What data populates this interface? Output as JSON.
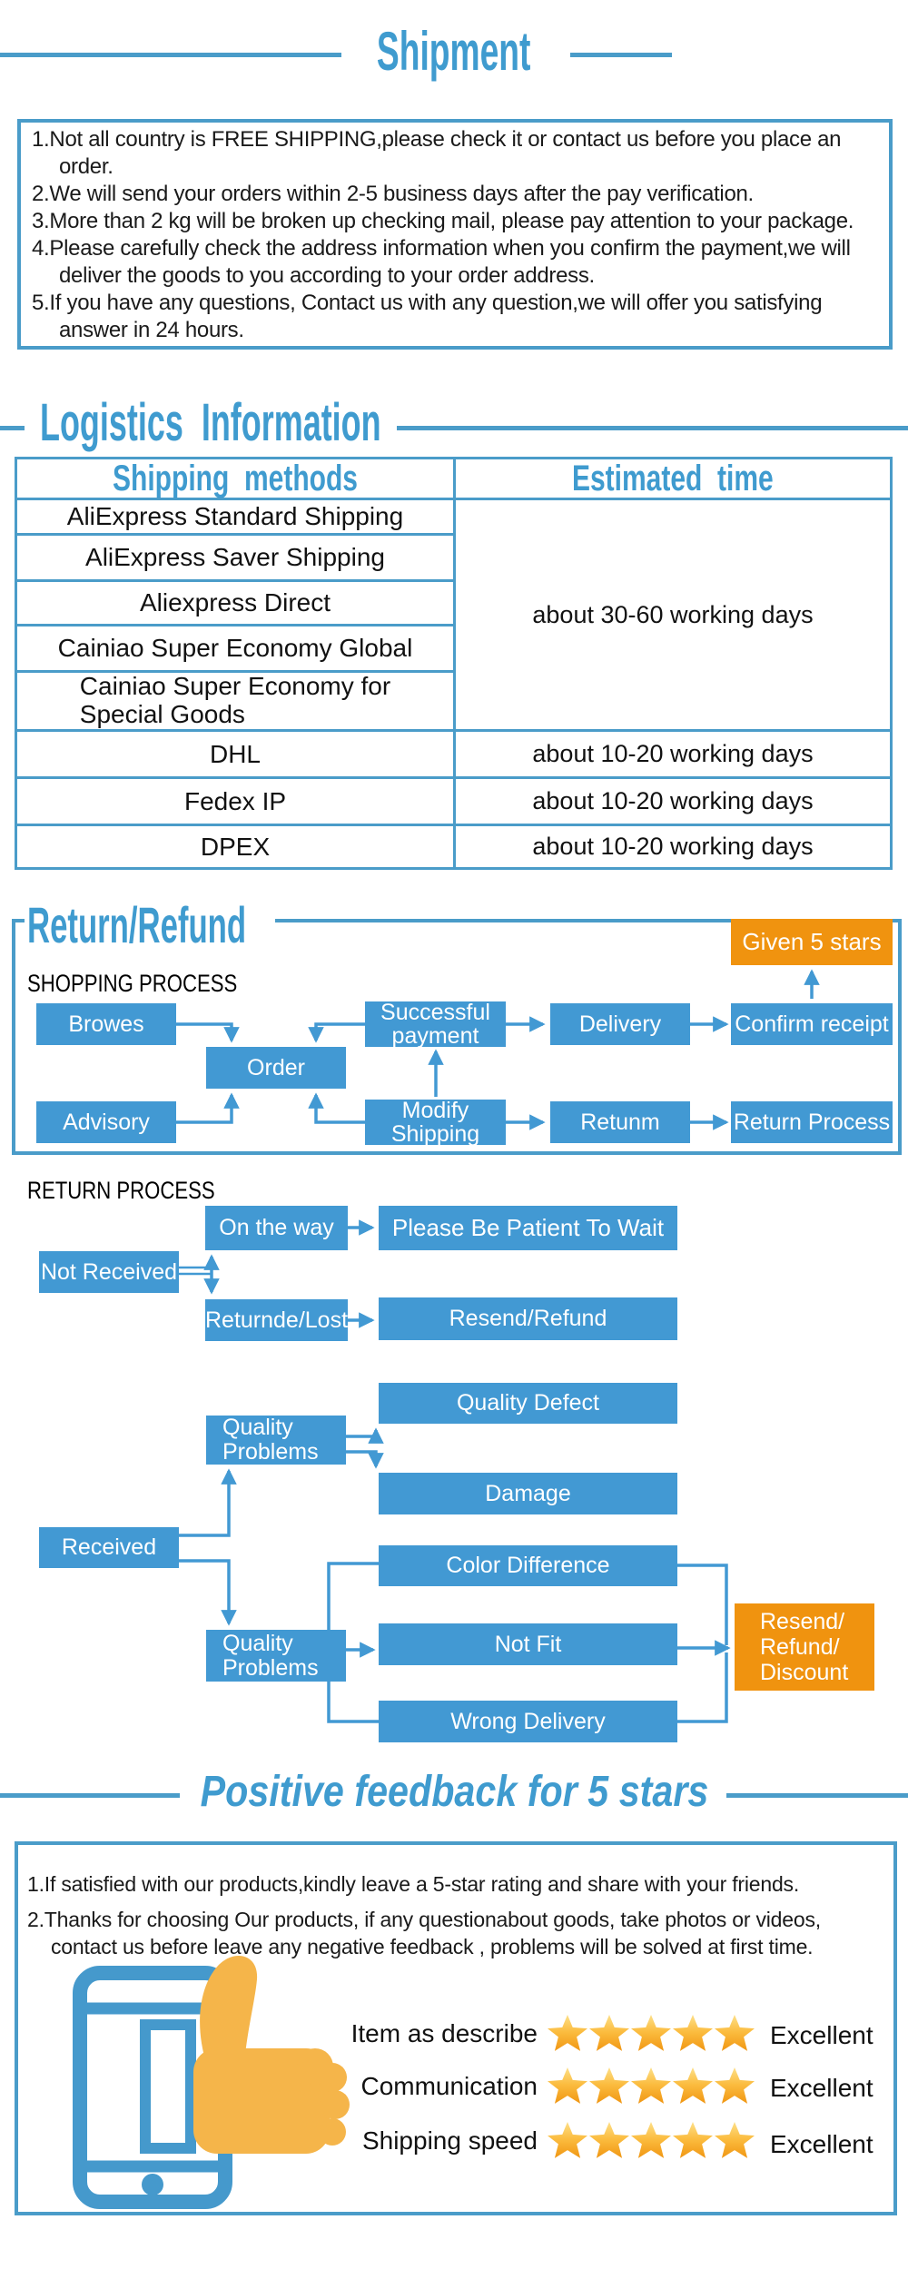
{
  "colors": {
    "accent_blue": "#3f9bcf",
    "border_blue": "#4a9cc9",
    "flow_blue": "#4299d3",
    "orange": "#f0930f",
    "star_gold": "#f5a623",
    "hand_orange": "#f5b54a"
  },
  "shipment": {
    "title": "Shipment",
    "notes": [
      "1.Not all country is FREE SHIPPING,please check it or contact us before you place an\norder.",
      "2.We will send your orders within 2-5 business days after the pay verification.",
      "3.More than 2 kg will be broken up checking mail, please pay attention to your package.",
      "4.Please carefully check the address information when you confirm the payment,we will\ndeliver the goods to you according to your order address.",
      "5.If you have any questions, Contact us with any question,we will offer you satisfying\nanswer in 24 hours."
    ]
  },
  "logistics": {
    "title": "Logistics  Information",
    "col1_header": "Shipping  methods",
    "col2_header": "Estimated  time",
    "group_methods": [
      "AliExpress Standard Shipping",
      "AliExpress Saver Shipping",
      "Aliexpress Direct",
      "Cainiao Super Economy Global",
      "Cainiao Super Economy for\nSpecial Goods"
    ],
    "group_time": "about 30-60 working days",
    "express_rows": [
      {
        "method": "DHL",
        "time": "about 10-20 working days"
      },
      {
        "method": "Fedex IP",
        "time": "about 10-20 working days"
      },
      {
        "method": "DPEX",
        "time": "about 10-20 working days"
      }
    ]
  },
  "return_refund": {
    "title": "Return/Refund",
    "shopping_label": "SHOPPING PROCESS",
    "return_label": "RETURN PROCESS",
    "nodes": {
      "browes": "Browes",
      "order": "Order",
      "advisory": "Advisory",
      "successful_payment": "Successful payment",
      "modify_shipping": "Modify Shipping",
      "delivery": "Delivery",
      "retunm": "Retunm",
      "confirm_receipt": "Confirm receipt",
      "return_process": "Return Process",
      "given_5_stars": "Given 5 stars",
      "not_received": "Not Received",
      "on_the_way": "On the way",
      "be_patient": "Please Be Patient To Wait",
      "returnde_lost": "Returnde/Lost",
      "resend_refund": "Resend/Refund",
      "quality_problems_1": "Quality Problems",
      "quality_defect": "Quality Defect",
      "damage": "Damage",
      "received": "Received",
      "quality_problems_2": "Quality Problems",
      "color_difference": "Color Difference",
      "not_fit": "Not Fit",
      "wrong_delivery": "Wrong Delivery",
      "resend_refund_discount": "Resend/\nRefund/\nDiscount"
    }
  },
  "feedback": {
    "title": "Positive feedback for 5 stars",
    "notes": [
      "1.If satisfied with our products,kindly leave a 5-star rating and share with your friends.",
      "2.Thanks for choosing Our products, if any questionabout goods, take photos or videos,\ncontact us before leave any negative feedback , problems will be solved at first time."
    ],
    "ratings": [
      {
        "label": "Item as describe",
        "stars": 5,
        "grade": "Excellent"
      },
      {
        "label": "Communication",
        "stars": 5,
        "grade": "Excellent"
      },
      {
        "label": "Shipping speed",
        "stars": 5,
        "grade": "Excellent"
      }
    ]
  }
}
